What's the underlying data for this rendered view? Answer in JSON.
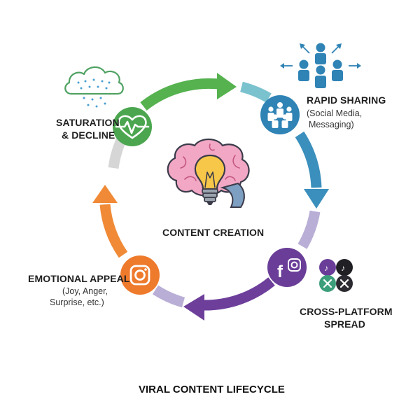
{
  "diagram": {
    "center_label": "CONTENT CREATION",
    "title": "VIRAL CONTENT LIFECYCLE",
    "stages": [
      {
        "id": "rapid-sharing",
        "title": "RAPID SHARING",
        "detail": [
          "(Social Media,",
          "Messaging)"
        ],
        "icon": "people-group-icon",
        "color": "#2f83b5"
      },
      {
        "id": "cross-platform",
        "title": [
          "CROSS-PLATFORM",
          "SPREAD"
        ],
        "icon": "social-logos-icon",
        "color": "#6a3e98"
      },
      {
        "id": "emotional-appeal",
        "title": "EMOTIONAL APPEAL",
        "detail": [
          "(Joy, Anger,",
          "Surprise, etc.)"
        ],
        "icon": "instagram-icon",
        "color": "#ee7a2c"
      },
      {
        "id": "saturation",
        "title": [
          "SATURATION",
          "& DECLINE"
        ],
        "icon": "heartbeat-icon",
        "color": "#4ba64f"
      }
    ],
    "colors": {
      "green": "#55b24f",
      "teal": "#7bc2cf",
      "blue": "#3a8fbd",
      "lavender": "#b9aed6",
      "purple": "#6d3f9b",
      "orange": "#f08a36",
      "gray": "#d6d6d6",
      "cloud": "#4fa262",
      "brain_pink": "#f2a8c5",
      "bulb": "#f7c74a"
    }
  }
}
